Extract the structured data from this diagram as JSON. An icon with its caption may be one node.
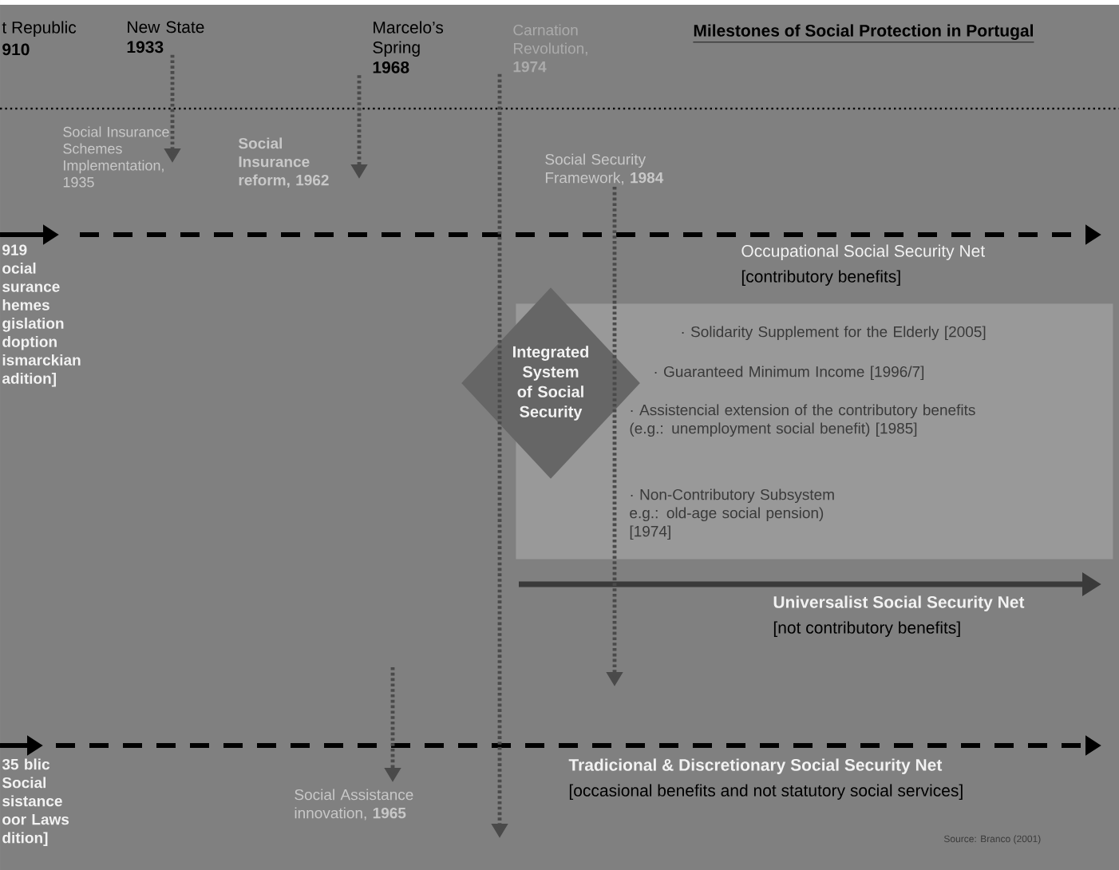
{
  "diagram": {
    "title": "Milestones of Social Protection in Portugal",
    "nodes": [
      {
        "text": [
          "New State",
          "1933"
        ]
      },
      {
        "text": [
          "Social Insurance Schemes Implementation, 1935"
        ]
      },
      {
        "text": [
          "Marcelo’s Spring",
          "1968"
        ]
      },
      {
        "text": [
          "Social Insurance reform, 1962"
        ]
      },
      {
        "text": [
          "Carnation Revolution, **1974**"
        ]
      },
      {
        "text": [
          "Social Security Framework, **1984**"
        ]
      },
      {
        "text": [
          "Integrated System of Social Security"
        ]
      },
      {
        "text": [
          "· Solidarity Supplement for the Elderly [2005]",
          "· Guaranteed Minimum Income [1996/7]",
          "· Assistencial extension of the contributory benefits (e.g.: unemployment social benefit) [1985]",
          "· Non-Contributory Subsystem e.g.: old-age social pension) [1974]"
        ]
      },
      {
        "text": [
          "Social Assistance innovation, **1965**"
        ]
      }
    ],
    "edges": [
      {
        "from": 0,
        "to": 1,
        "arrow": "to"
      },
      {
        "from": 2,
        "to": 3,
        "arrow": "to"
      },
      {
        "from": 4,
        "to": null,
        "arrow": "to"
      },
      {
        "from": 5,
        "to": null,
        "arrow": "to"
      },
      {
        "from": null,
        "to": 8,
        "arrow": "to"
      }
    ],
    "labels": [
      "t Republic",
      "910",
      "919 ocial surance hemes gislation doption ismarckian adition]",
      "Occupational Social Security Net",
      "[contributory benefits]",
      "Universalist Social Security Net",
      "[not contributory benefits]",
      "35 blic Social sistance oor Laws dition]",
      "Tradicional & Discretionary Social Security Net",
      "[occasional benefits and not statutory social services]",
      "Source: Branco (2001)"
    ]
  }
}
